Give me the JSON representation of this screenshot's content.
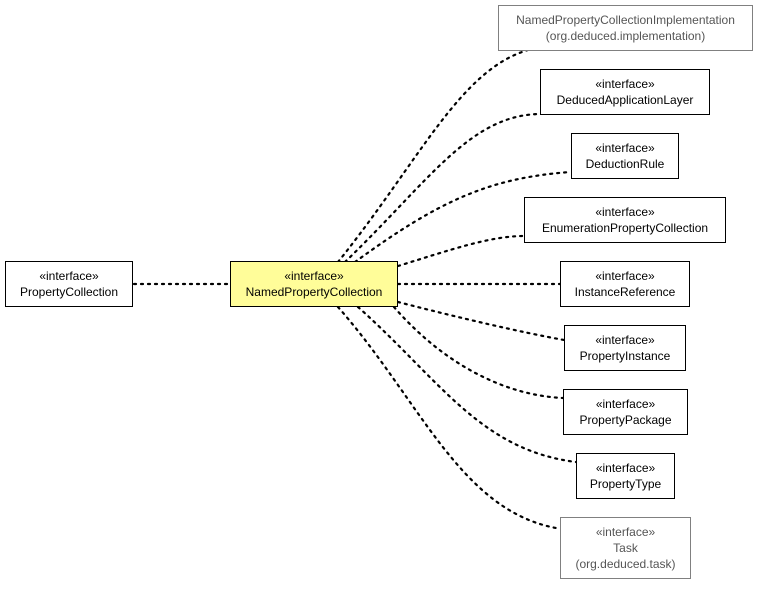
{
  "diagram": {
    "parent": {
      "stereotype": "«interface»",
      "name": "PropertyCollection"
    },
    "focus": {
      "stereotype": "«interface»",
      "name": "NamedPropertyCollection",
      "highlight_color": "#fffd99"
    },
    "children": [
      {
        "id": "named-property-collection-implementation",
        "stereotype": "",
        "name": "NamedPropertyCollectionImplementation",
        "package": "(org.deduced.implementation)",
        "external": true
      },
      {
        "id": "deduced-application-layer",
        "stereotype": "«interface»",
        "name": "DeducedApplicationLayer",
        "package": "",
        "external": false
      },
      {
        "id": "deduction-rule",
        "stereotype": "«interface»",
        "name": "DeductionRule",
        "package": "",
        "external": false
      },
      {
        "id": "enumeration-property-collection",
        "stereotype": "«interface»",
        "name": "EnumerationPropertyCollection",
        "package": "",
        "external": false
      },
      {
        "id": "instance-reference",
        "stereotype": "«interface»",
        "name": "InstanceReference",
        "package": "",
        "external": false
      },
      {
        "id": "property-instance",
        "stereotype": "«interface»",
        "name": "PropertyInstance",
        "package": "",
        "external": false
      },
      {
        "id": "property-package",
        "stereotype": "«interface»",
        "name": "PropertyPackage",
        "package": "",
        "external": false
      },
      {
        "id": "property-type",
        "stereotype": "«interface»",
        "name": "PropertyType",
        "package": "",
        "external": false
      },
      {
        "id": "task",
        "stereotype": "«interface»",
        "name": "Task",
        "package": "(org.deduced.task)",
        "external": true
      }
    ]
  }
}
